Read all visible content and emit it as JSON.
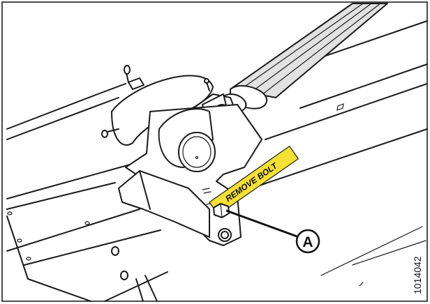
{
  "figure": {
    "warning_label_text": "REMOVE BOLT",
    "warning_label_color": "#F5E034",
    "callout_letter": "A",
    "figure_number": "1014042"
  }
}
